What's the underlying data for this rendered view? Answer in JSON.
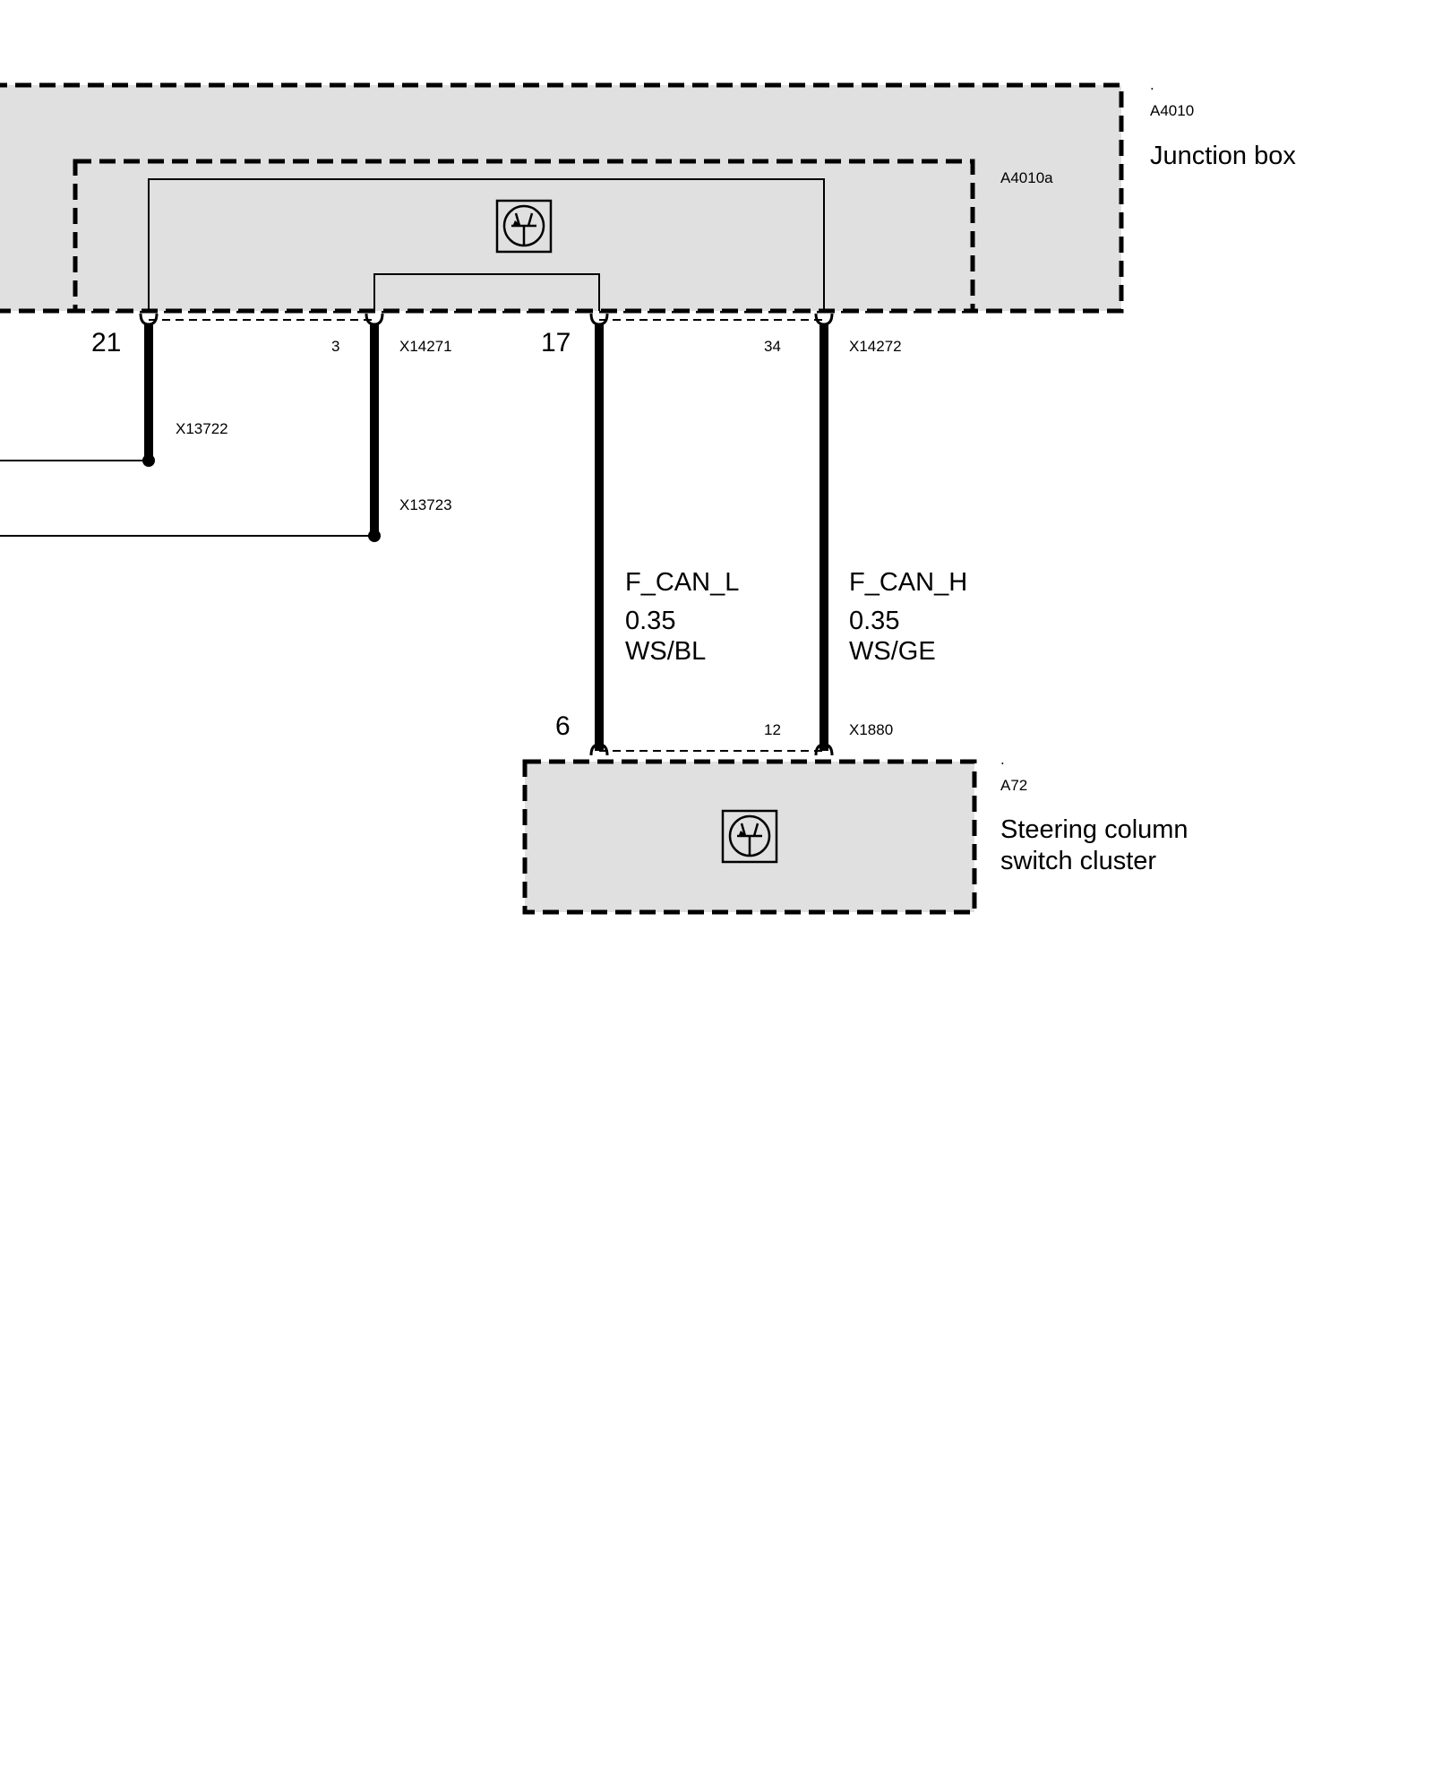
{
  "components": {
    "junction_box": {
      "dot": ".",
      "id": "A4010",
      "name": "Junction box"
    },
    "junction_box_sub": {
      "id": "A4010a"
    },
    "steering_cluster": {
      "dot": ".",
      "id": "A72",
      "name_line1": "Steering column",
      "name_line2": "switch cluster"
    }
  },
  "connectors": {
    "x14271": "X14271",
    "x14272": "X14272",
    "x13722": "X13722",
    "x13723": "X13723",
    "x1880": "X1880"
  },
  "pins": {
    "p21": "21",
    "p3": "3",
    "p17": "17",
    "p34": "34",
    "p6": "6",
    "p12": "12"
  },
  "wires": {
    "can_low": {
      "signal": "F_CAN_L",
      "size": "0.35",
      "color_code": "WS/BL"
    },
    "can_high": {
      "signal": "F_CAN_H",
      "size": "0.35",
      "color_code": "WS/GE"
    }
  },
  "colors": {
    "box_fill": "#e0e0e0",
    "line": "#000000"
  }
}
